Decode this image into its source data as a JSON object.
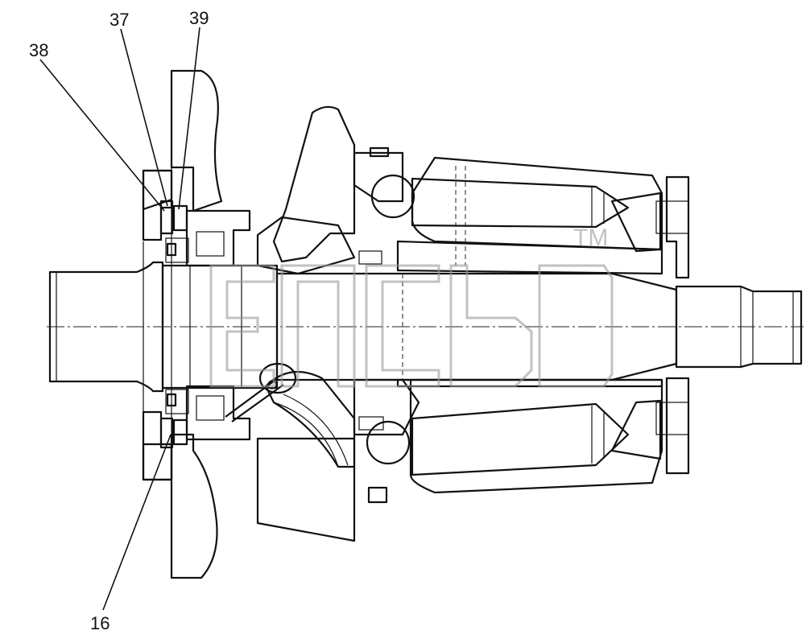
{
  "callouts": {
    "c38": "38",
    "c37": "37",
    "c39": "39",
    "c16": "16"
  },
  "watermark": {
    "trademark": "TM"
  },
  "colors": {
    "line": "#111111",
    "watermark": "#9a9a9a",
    "background": "#ffffff"
  }
}
